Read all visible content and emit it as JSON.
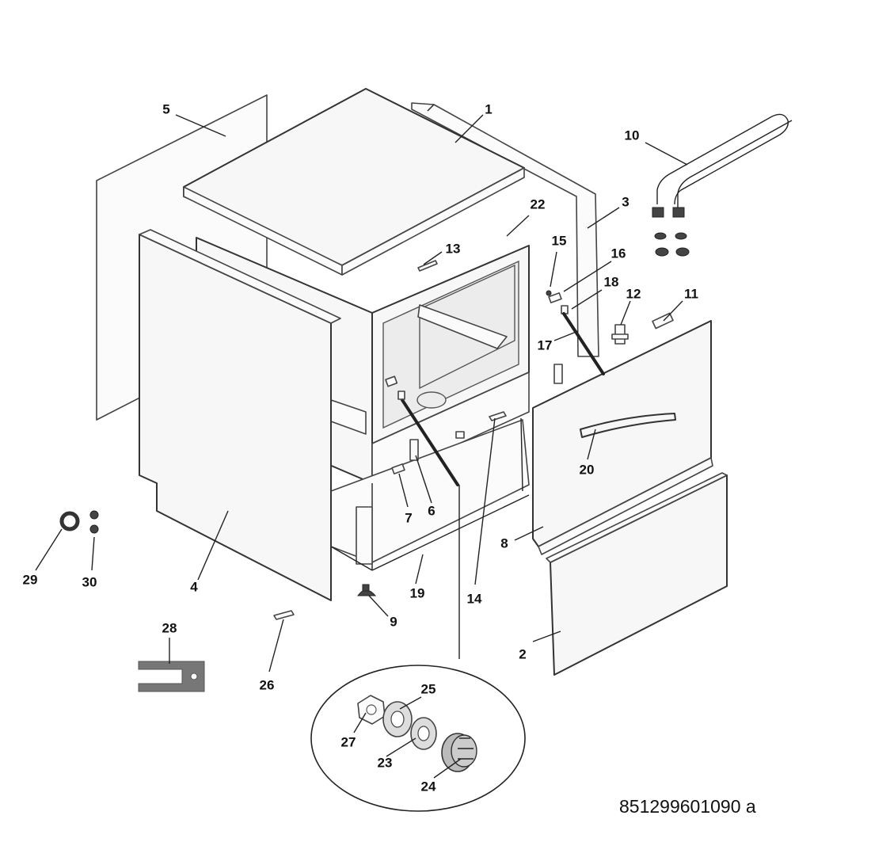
{
  "drawing_number": "851299601090 a",
  "callouts": [
    {
      "id": "1",
      "label": "1"
    },
    {
      "id": "2",
      "label": "2"
    },
    {
      "id": "3",
      "label": "3"
    },
    {
      "id": "4",
      "label": "4"
    },
    {
      "id": "5",
      "label": "5"
    },
    {
      "id": "6",
      "label": "6"
    },
    {
      "id": "7",
      "label": "7"
    },
    {
      "id": "8",
      "label": "8"
    },
    {
      "id": "9",
      "label": "9"
    },
    {
      "id": "10",
      "label": "10"
    },
    {
      "id": "11",
      "label": "11"
    },
    {
      "id": "12",
      "label": "12"
    },
    {
      "id": "13",
      "label": "13"
    },
    {
      "id": "14",
      "label": "14"
    },
    {
      "id": "15",
      "label": "15"
    },
    {
      "id": "16",
      "label": "16"
    },
    {
      "id": "17",
      "label": "17"
    },
    {
      "id": "18",
      "label": "18"
    },
    {
      "id": "19",
      "label": "19"
    },
    {
      "id": "20",
      "label": "20"
    },
    {
      "id": "22",
      "label": "22"
    },
    {
      "id": "23",
      "label": "23"
    },
    {
      "id": "24",
      "label": "24"
    },
    {
      "id": "25",
      "label": "25"
    },
    {
      "id": "26",
      "label": "26"
    },
    {
      "id": "27",
      "label": "27"
    },
    {
      "id": "28",
      "label": "28"
    },
    {
      "id": "29",
      "label": "29"
    },
    {
      "id": "30",
      "label": "30"
    }
  ]
}
